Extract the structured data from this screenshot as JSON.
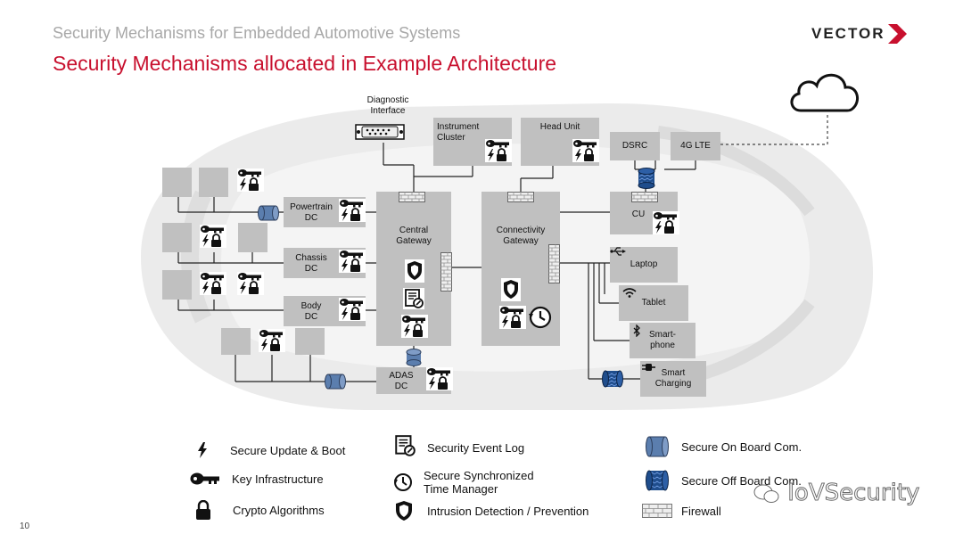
{
  "header": {
    "subtitle": "Security Mechanisms for Embedded Automotive Systems",
    "title": "Security Mechanisms allocated in Example Architecture",
    "brand": "VECTOR"
  },
  "diagram": {
    "diagnostic_interface": "Diagnostic\nInterface",
    "instrument_cluster": "Instrument\nCluster",
    "head_unit": "Head Unit",
    "dsrc": "DSRC",
    "lte": "4G LTE",
    "powertrain_dc": "Powertrain\nDC",
    "chassis_dc": "Chassis\nDC",
    "body_dc": "Body\nDC",
    "central_gateway": "Central\nGateway",
    "connectivity_gateway": "Connectivity\nGateway",
    "cu": "CU",
    "laptop": "Laptop",
    "tablet": "Tablet",
    "smartphone": "Smart-\nphone",
    "smart_charging": "Smart\nCharging",
    "adas_dc": "ADAS\nDC"
  },
  "legend": {
    "secure_update": "Secure Update & Boot",
    "key_infra": "Key Infrastructure",
    "crypto": "Crypto Algorithms",
    "event_log": "Security Event Log",
    "time_manager": "Secure Synchronized\nTime Manager",
    "ids": "Intrusion Detection / Prevention",
    "on_board": "Secure On Board Com.",
    "off_board": "Secure Off Board Com.",
    "firewall": "Firewall"
  },
  "footer": {
    "page_number": "10",
    "watermark": "IoVSecurity"
  },
  "colors": {
    "accent": "#c8102e",
    "box": "#c0c0c0",
    "on_board": "#5b7eae",
    "off_board": "#1f4d8c"
  }
}
